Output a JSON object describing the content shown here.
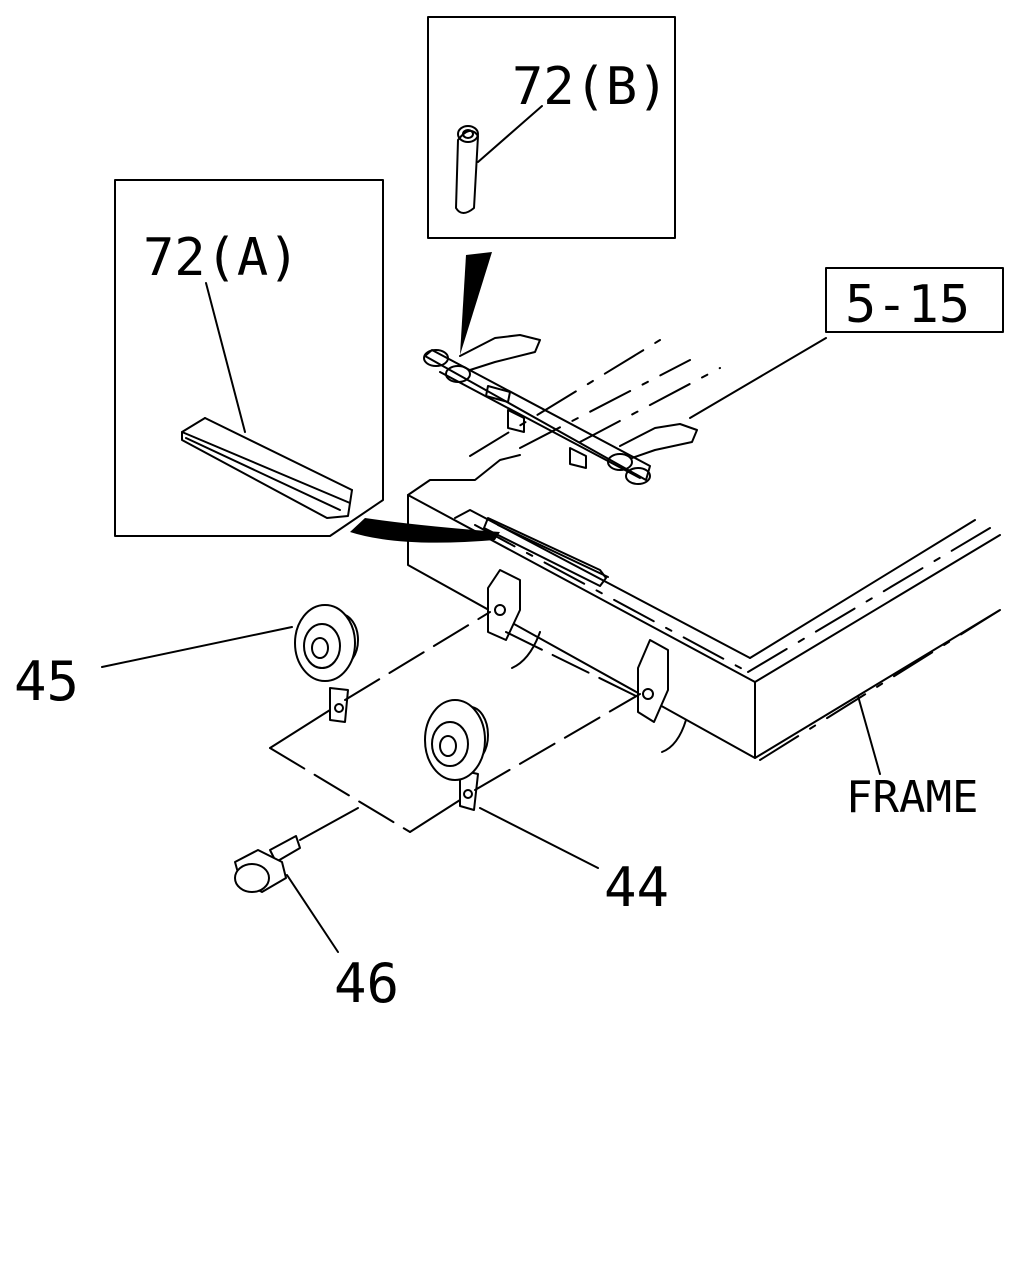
{
  "labels": {
    "part_72b": "72(B)",
    "part_72a": "72(A)",
    "ref_5_15": "5-15",
    "part_45": "45",
    "part_44": "44",
    "part_46": "46",
    "frame": "FRAME"
  },
  "colors": {
    "line": "#000000",
    "background": "#ffffff"
  }
}
